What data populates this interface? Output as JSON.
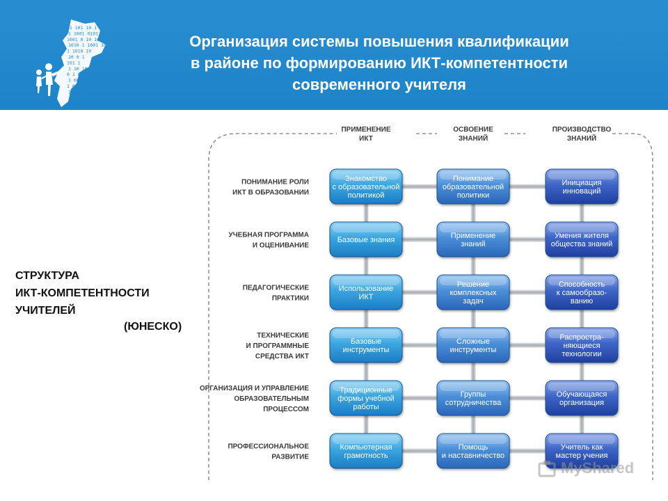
{
  "header": {
    "title_lines": [
      "Организация системы повышения квалификации",
      "в районе по формированию ИКТ-компетентности",
      "современного учителя"
    ],
    "logo_binary": [
      "01 101 10 1",
      "1 1001 0101 0",
      "1001 0 10 10",
      "1010 1 1001 10",
      "1 1010 10",
      "10 0 1",
      "101 1",
      "1 10 10",
      "0 1 0",
      "1 00 1",
      "1 00 11",
      "10 1 10"
    ]
  },
  "left_caption": {
    "lines": [
      "СТРУКТУРА",
      "ИКТ-КОМПЕТЕНТНОСТИ",
      "УЧИТЕЛЕЙ"
    ],
    "source": "(ЮНЕСКО)"
  },
  "diagram": {
    "columns": [
      {
        "lines": [
          "ПРИМЕНЕНИЕ",
          "ИКТ"
        ]
      },
      {
        "lines": [
          "ОСВОЕНИЕ",
          "ЗНАНИЙ"
        ]
      },
      {
        "lines": [
          "ПРОИЗВОДСТВО",
          "ЗНАНИЙ"
        ]
      }
    ],
    "rows": [
      {
        "lines": [
          "ПОНИМАНИЕ РОЛИ",
          "ИКТ В ОБРАЗОВАНИИ"
        ]
      },
      {
        "lines": [
          "УЧЕБНАЯ ПРОГРАММА",
          "И ОЦЕНИВАНИЕ"
        ]
      },
      {
        "lines": [
          "ПЕДАГОГИЧЕСКИЕ",
          "ПРАКТИКИ"
        ]
      },
      {
        "lines": [
          "ТЕХНИЧЕСКИЕ",
          "И ПРОГРАММНЫЕ",
          "СРЕДСТВА ИКТ"
        ]
      },
      {
        "lines": [
          "ОРГАНИЗАЦИЯ И УПРАВЛЕНИЕ",
          "ОБРАЗОВАТЕЛЬНЫМ",
          "ПРОЦЕССОМ"
        ]
      },
      {
        "lines": [
          "ПРОФЕССИОНАЛЬНОЕ",
          "РАЗВИТИЕ"
        ]
      }
    ],
    "cells": [
      [
        [
          "Знакомство",
          "с образовательной",
          "политикой"
        ],
        [
          "Понимание",
          "образовательной",
          "политики"
        ],
        [
          "Инициация",
          "инноваций"
        ]
      ],
      [
        [
          "Базовые знания"
        ],
        [
          "Применение",
          "знаний"
        ],
        [
          "Умения жителя",
          "общества знаний"
        ]
      ],
      [
        [
          "Использование",
          "ИКТ"
        ],
        [
          "Решение",
          "комплексных",
          "задач"
        ],
        [
          "Способность",
          "к самообразо-",
          "ванию"
        ]
      ],
      [
        [
          "Базовые",
          "инструменты"
        ],
        [
          "Сложные",
          "инструменты"
        ],
        [
          "Распростра-",
          "няющиеся",
          "технологии"
        ]
      ],
      [
        [
          "Традиционные",
          "формы учебной",
          "работы"
        ],
        [
          "Группы",
          "сотрудничества"
        ],
        [
          "Обучающаяся",
          "организация"
        ]
      ],
      [
        [
          "Компьютерная",
          "грамотность"
        ],
        [
          "Помощь",
          "и наставничество"
        ],
        [
          "Учитель как",
          "мастер учения"
        ]
      ]
    ],
    "colors": {
      "column_1": "#2f9fdc",
      "column_2": "#3d8fd6",
      "column_3": "#2f5fc4",
      "connector": "#b8bcc2",
      "border": "#7a7a7a"
    }
  },
  "watermark": {
    "text": "MyShared"
  }
}
